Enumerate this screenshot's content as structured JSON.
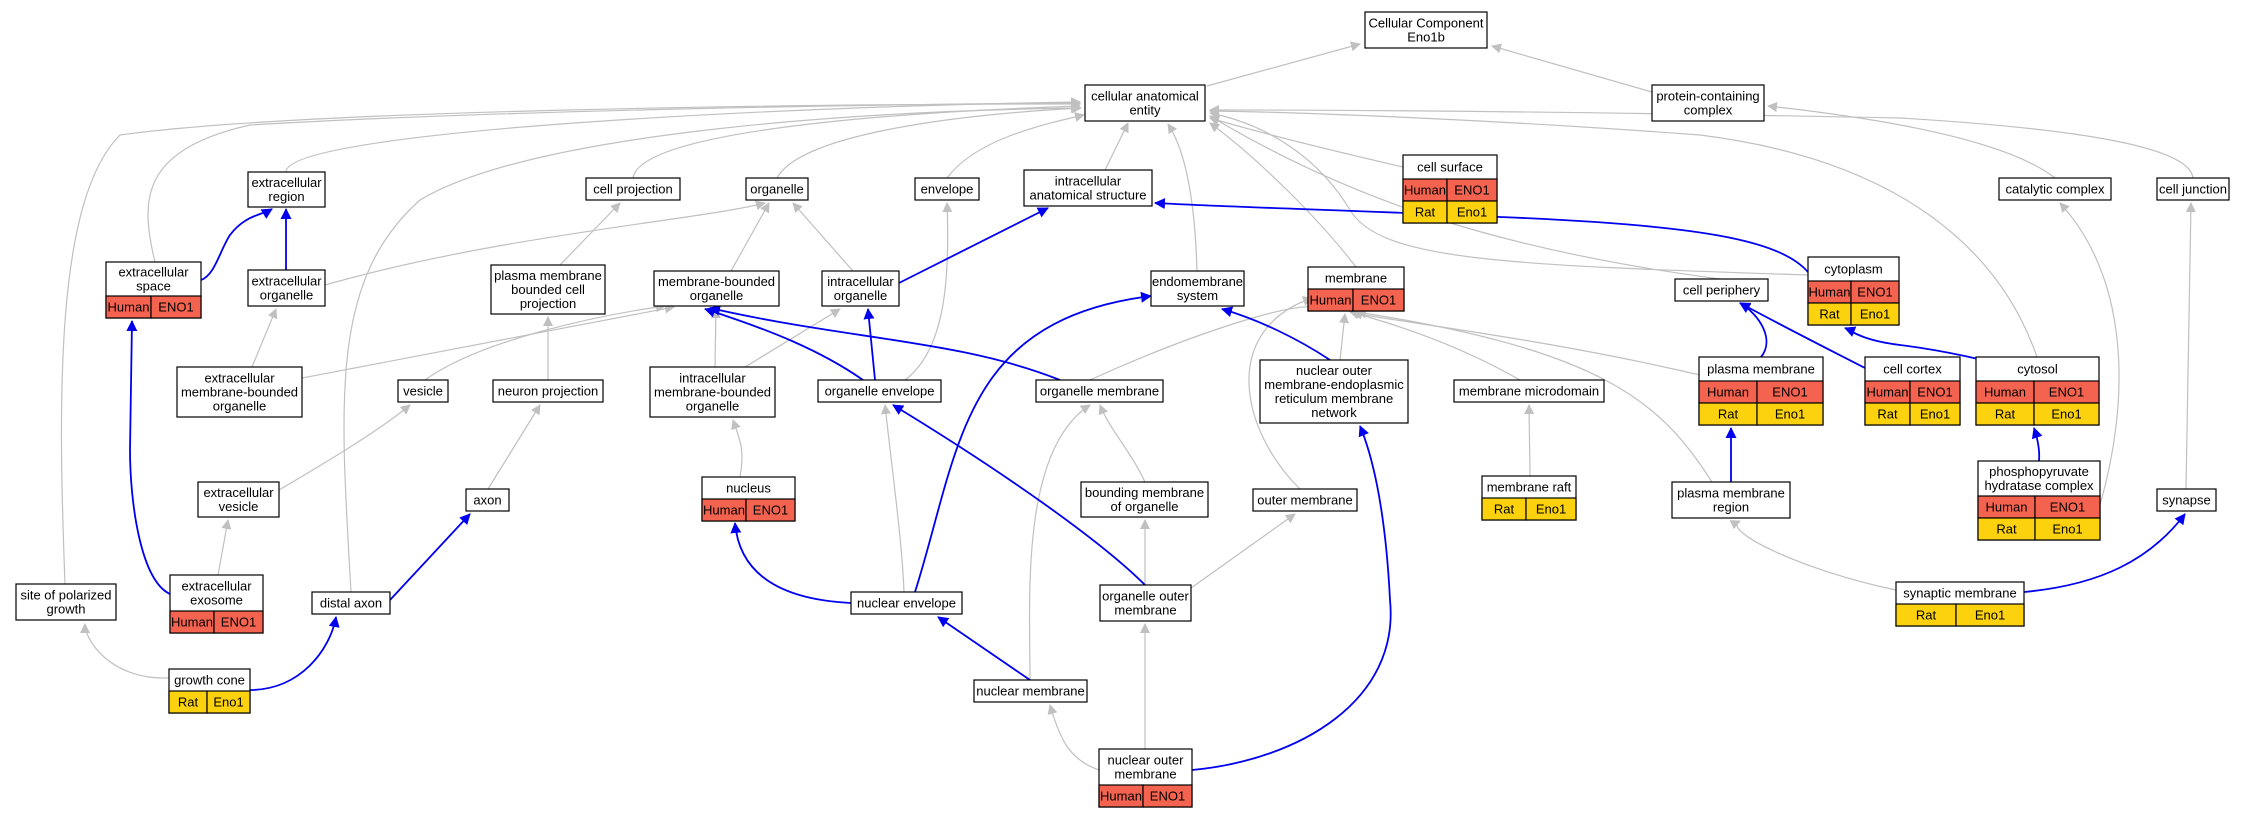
{
  "colors": {
    "human": "#f4634f",
    "rat": "#fbd20d",
    "edge_gray": "#c0c0c0",
    "edge_blue": "#0000ee",
    "node_border": "#000000",
    "background": "#ffffff"
  },
  "nodes": [
    {
      "id": "root",
      "lines": [
        "Cellular Component",
        "Eno1b"
      ]
    },
    {
      "id": "cae",
      "lines": [
        "cellular anatomical",
        "entity"
      ]
    },
    {
      "id": "pcc",
      "lines": [
        "protein-containing",
        "complex"
      ]
    },
    {
      "id": "extreg",
      "lines": [
        "extracellular",
        "region"
      ]
    },
    {
      "id": "cellproj",
      "lines": [
        "cell projection"
      ]
    },
    {
      "id": "organelle",
      "lines": [
        "organelle"
      ]
    },
    {
      "id": "envelope",
      "lines": [
        "envelope"
      ]
    },
    {
      "id": "ias",
      "lines": [
        "intracellular",
        "anatomical structure"
      ]
    },
    {
      "id": "cellsurf",
      "lines": [
        "cell surface"
      ],
      "annotations": [
        [
          "Human",
          "ENO1"
        ],
        [
          "Rat",
          "Eno1"
        ]
      ]
    },
    {
      "id": "catcomp",
      "lines": [
        "catalytic complex"
      ]
    },
    {
      "id": "celljunc",
      "lines": [
        "cell junction"
      ]
    },
    {
      "id": "extspace",
      "lines": [
        "extracellular",
        "space"
      ],
      "annotations": [
        [
          "Human",
          "ENO1"
        ]
      ]
    },
    {
      "id": "extorg",
      "lines": [
        "extracellular",
        "organelle"
      ]
    },
    {
      "id": "pmbcp",
      "lines": [
        "plasma membrane",
        "bounded cell",
        "projection"
      ]
    },
    {
      "id": "mbo",
      "lines": [
        "membrane-bounded",
        "organelle"
      ]
    },
    {
      "id": "intorg",
      "lines": [
        "intracellular",
        "organelle"
      ]
    },
    {
      "id": "endosys",
      "lines": [
        "endomembrane",
        "system"
      ]
    },
    {
      "id": "membrane",
      "lines": [
        "membrane"
      ],
      "annotations": [
        [
          "Human",
          "ENO1"
        ]
      ]
    },
    {
      "id": "cellperiph",
      "lines": [
        "cell periphery"
      ]
    },
    {
      "id": "cytoplasm",
      "lines": [
        "cytoplasm"
      ],
      "annotations": [
        [
          "Human",
          "ENO1"
        ],
        [
          "Rat",
          "Eno1"
        ]
      ]
    },
    {
      "id": "embo",
      "lines": [
        "extracellular",
        "membrane-bounded",
        "organelle"
      ]
    },
    {
      "id": "vesicle",
      "lines": [
        "vesicle"
      ]
    },
    {
      "id": "neuronproj",
      "lines": [
        "neuron projection"
      ]
    },
    {
      "id": "imbo",
      "lines": [
        "intracellular",
        "membrane-bounded",
        "organelle"
      ]
    },
    {
      "id": "orgenv",
      "lines": [
        "organelle envelope"
      ]
    },
    {
      "id": "orgmem",
      "lines": [
        "organelle membrane"
      ]
    },
    {
      "id": "nomerm",
      "lines": [
        "nuclear outer",
        "membrane-endoplasmic",
        "reticulum membrane",
        "network"
      ]
    },
    {
      "id": "memmicro",
      "lines": [
        "membrane microdomain"
      ]
    },
    {
      "id": "plasmamem",
      "lines": [
        "plasma membrane"
      ],
      "annotations": [
        [
          "Human",
          "ENO1"
        ],
        [
          "Rat",
          "Eno1"
        ]
      ]
    },
    {
      "id": "cellcortex",
      "lines": [
        "cell cortex"
      ],
      "annotations": [
        [
          "Human",
          "ENO1"
        ],
        [
          "Rat",
          "Eno1"
        ]
      ]
    },
    {
      "id": "cytosol",
      "lines": [
        "cytosol"
      ],
      "annotations": [
        [
          "Human",
          "ENO1"
        ],
        [
          "Rat",
          "Eno1"
        ]
      ]
    },
    {
      "id": "extves",
      "lines": [
        "extracellular",
        "vesicle"
      ]
    },
    {
      "id": "axon",
      "lines": [
        "axon"
      ]
    },
    {
      "id": "nucleus",
      "lines": [
        "nucleus"
      ],
      "annotations": [
        [
          "Human",
          "ENO1"
        ]
      ]
    },
    {
      "id": "bmo",
      "lines": [
        "bounding membrane",
        "of organelle"
      ]
    },
    {
      "id": "outermem",
      "lines": [
        "outer membrane"
      ]
    },
    {
      "id": "memraft",
      "lines": [
        "membrane raft"
      ],
      "annotations": [
        [
          "Rat",
          "Eno1"
        ]
      ]
    },
    {
      "id": "pmr",
      "lines": [
        "plasma membrane",
        "region"
      ]
    },
    {
      "id": "phc",
      "lines": [
        "phosphopyruvate",
        "hydratase complex"
      ],
      "annotations": [
        [
          "Human",
          "ENO1"
        ],
        [
          "Rat",
          "Eno1"
        ]
      ]
    },
    {
      "id": "synapse",
      "lines": [
        "synapse"
      ]
    },
    {
      "id": "spg",
      "lines": [
        "site of polarized",
        "growth"
      ]
    },
    {
      "id": "exosome",
      "lines": [
        "extracellular",
        "exosome"
      ],
      "annotations": [
        [
          "Human",
          "ENO1"
        ]
      ]
    },
    {
      "id": "distaxon",
      "lines": [
        "distal axon"
      ]
    },
    {
      "id": "nucenv",
      "lines": [
        "nuclear envelope"
      ]
    },
    {
      "id": "orgoutmem",
      "lines": [
        "organelle outer",
        "membrane"
      ]
    },
    {
      "id": "synmem",
      "lines": [
        "synaptic membrane"
      ],
      "annotations": [
        [
          "Rat",
          "Eno1"
        ]
      ]
    },
    {
      "id": "growthcone",
      "lines": [
        "growth cone"
      ],
      "annotations": [
        [
          "Rat",
          "Eno1"
        ]
      ]
    },
    {
      "id": "nucmem",
      "lines": [
        "nuclear membrane"
      ]
    },
    {
      "id": "nucoutmem",
      "lines": [
        "nuclear outer",
        "membrane"
      ],
      "annotations": [
        [
          "Human",
          "ENO1"
        ]
      ]
    }
  ]
}
